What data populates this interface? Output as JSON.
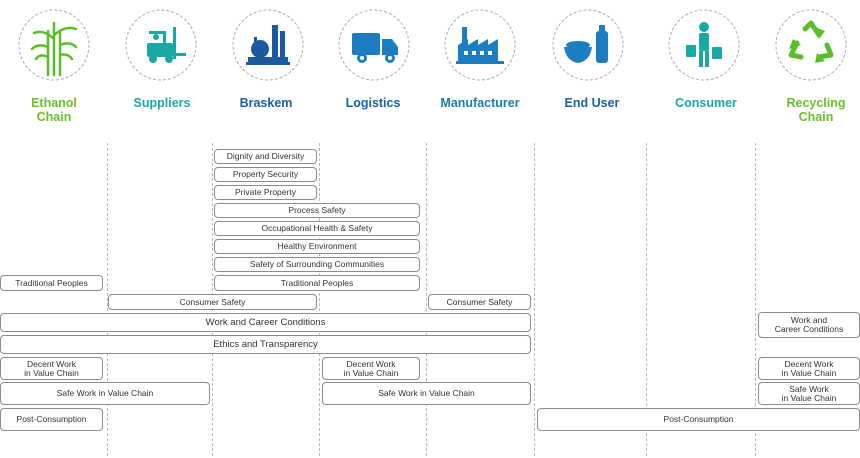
{
  "colors": {
    "green": "#6cc12b",
    "teal": "#1aa8a5",
    "blue": "#1a5ea8",
    "icon_fill": "#1c7ec1",
    "icon_green": "#5bbd2a",
    "border": "#8c8c8c",
    "dash": "#b9b9b9"
  },
  "stages": [
    {
      "label": "Ethanol\nChain",
      "color": "#6cc12b",
      "icon": "sugarcane-icon"
    },
    {
      "label": "Suppliers",
      "color": "#1aa8a5",
      "icon": "forklift-icon"
    },
    {
      "label": "Braskem",
      "color": "#1a5ea8",
      "icon": "refinery-icon"
    },
    {
      "label": "Logistics",
      "color": "#1a5ea8",
      "icon": "truck-icon"
    },
    {
      "label": "Manufacturer",
      "color": "#1a7ea8",
      "icon": "factory-icon"
    },
    {
      "label": "End User",
      "color": "#1a5ea8",
      "icon": "bowl-bottle-icon"
    },
    {
      "label": "Consumer",
      "color": "#1aa8a5",
      "icon": "shopper-icon"
    },
    {
      "label": "Recycling\nChain",
      "color": "#6cc12b",
      "icon": "recycle-icon"
    }
  ],
  "topics": [
    "Dignity and Diversity",
    "Property Security",
    "Private Property",
    "Process Safety",
    "Occupational Health & Safety",
    "Healthy Environment",
    "Safety of Surrounding Communities",
    "Traditional Peoples",
    "Traditional Peoples",
    "Consumer Safety",
    "Consumer Safety",
    "Work and Career Conditions",
    "Work and\nCareer Conditions",
    "Ethics and Transparency",
    "Decent Work\nin Value Chain",
    "Decent Work\nin Value Chain",
    "Decent Work\nin Value Chain",
    "Safe Work in Value Chain",
    "Safe Work in Value Chain",
    "Safe Work\nin Value Chain",
    "Post-Consumption",
    "Post-Consumption"
  ]
}
